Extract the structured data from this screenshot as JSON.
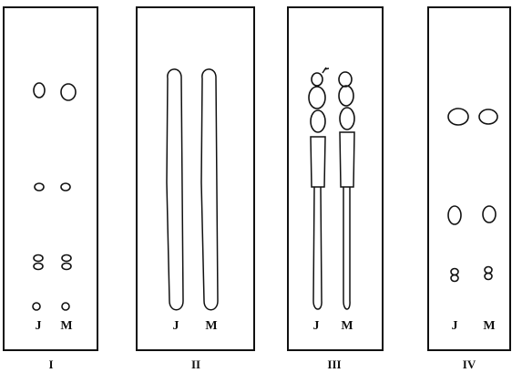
{
  "panels": [
    {
      "label": "I",
      "lanes": [
        "J",
        "M"
      ]
    },
    {
      "label": "II",
      "lanes": [
        "J",
        "M"
      ]
    },
    {
      "label": "III",
      "lanes": [
        "J",
        "M"
      ]
    },
    {
      "label": "IV",
      "lanes": [
        "J",
        "M"
      ]
    }
  ]
}
